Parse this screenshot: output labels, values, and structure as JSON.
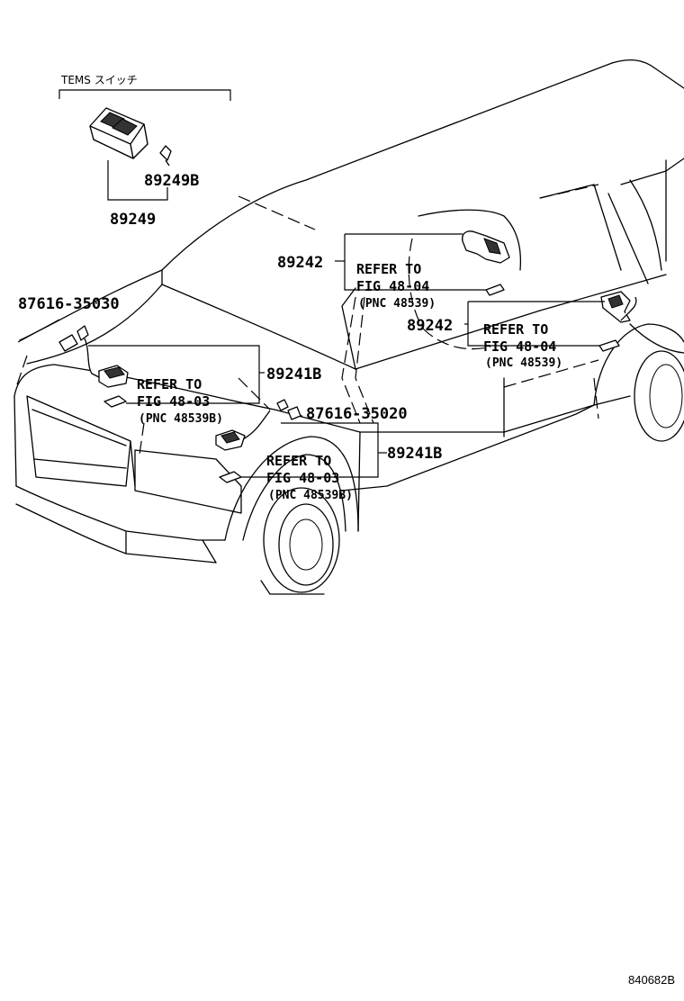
{
  "diagram": {
    "switch_group_label": "TEMS スイッチ",
    "labels": {
      "p89249b": "89249B",
      "p89249": "89249",
      "p89242_upper": "89242",
      "p89242_lower": "89242",
      "p87616_35030": "87616-35030",
      "p89241b_upper": "89241B",
      "p87616_35020": "87616-35020",
      "p89241b_lower": "89241B"
    },
    "refer_rear_upper": {
      "line1": "REFER TO",
      "line2": "FIG 48-04",
      "line3": "(PNC 48539)"
    },
    "refer_rear_lower": {
      "line1": "REFER TO",
      "line2": "FIG 48-04",
      "line3": "(PNC 48539)"
    },
    "refer_front_upper": {
      "line1": "REFER TO",
      "line2": "FIG 48-03",
      "line3": "(PNC 48539B)"
    },
    "refer_front_lower": {
      "line1": "REFER TO",
      "line2": "FIG 48-03",
      "line3": "(PNC 48539B)"
    },
    "illustration_code": "840682B"
  }
}
